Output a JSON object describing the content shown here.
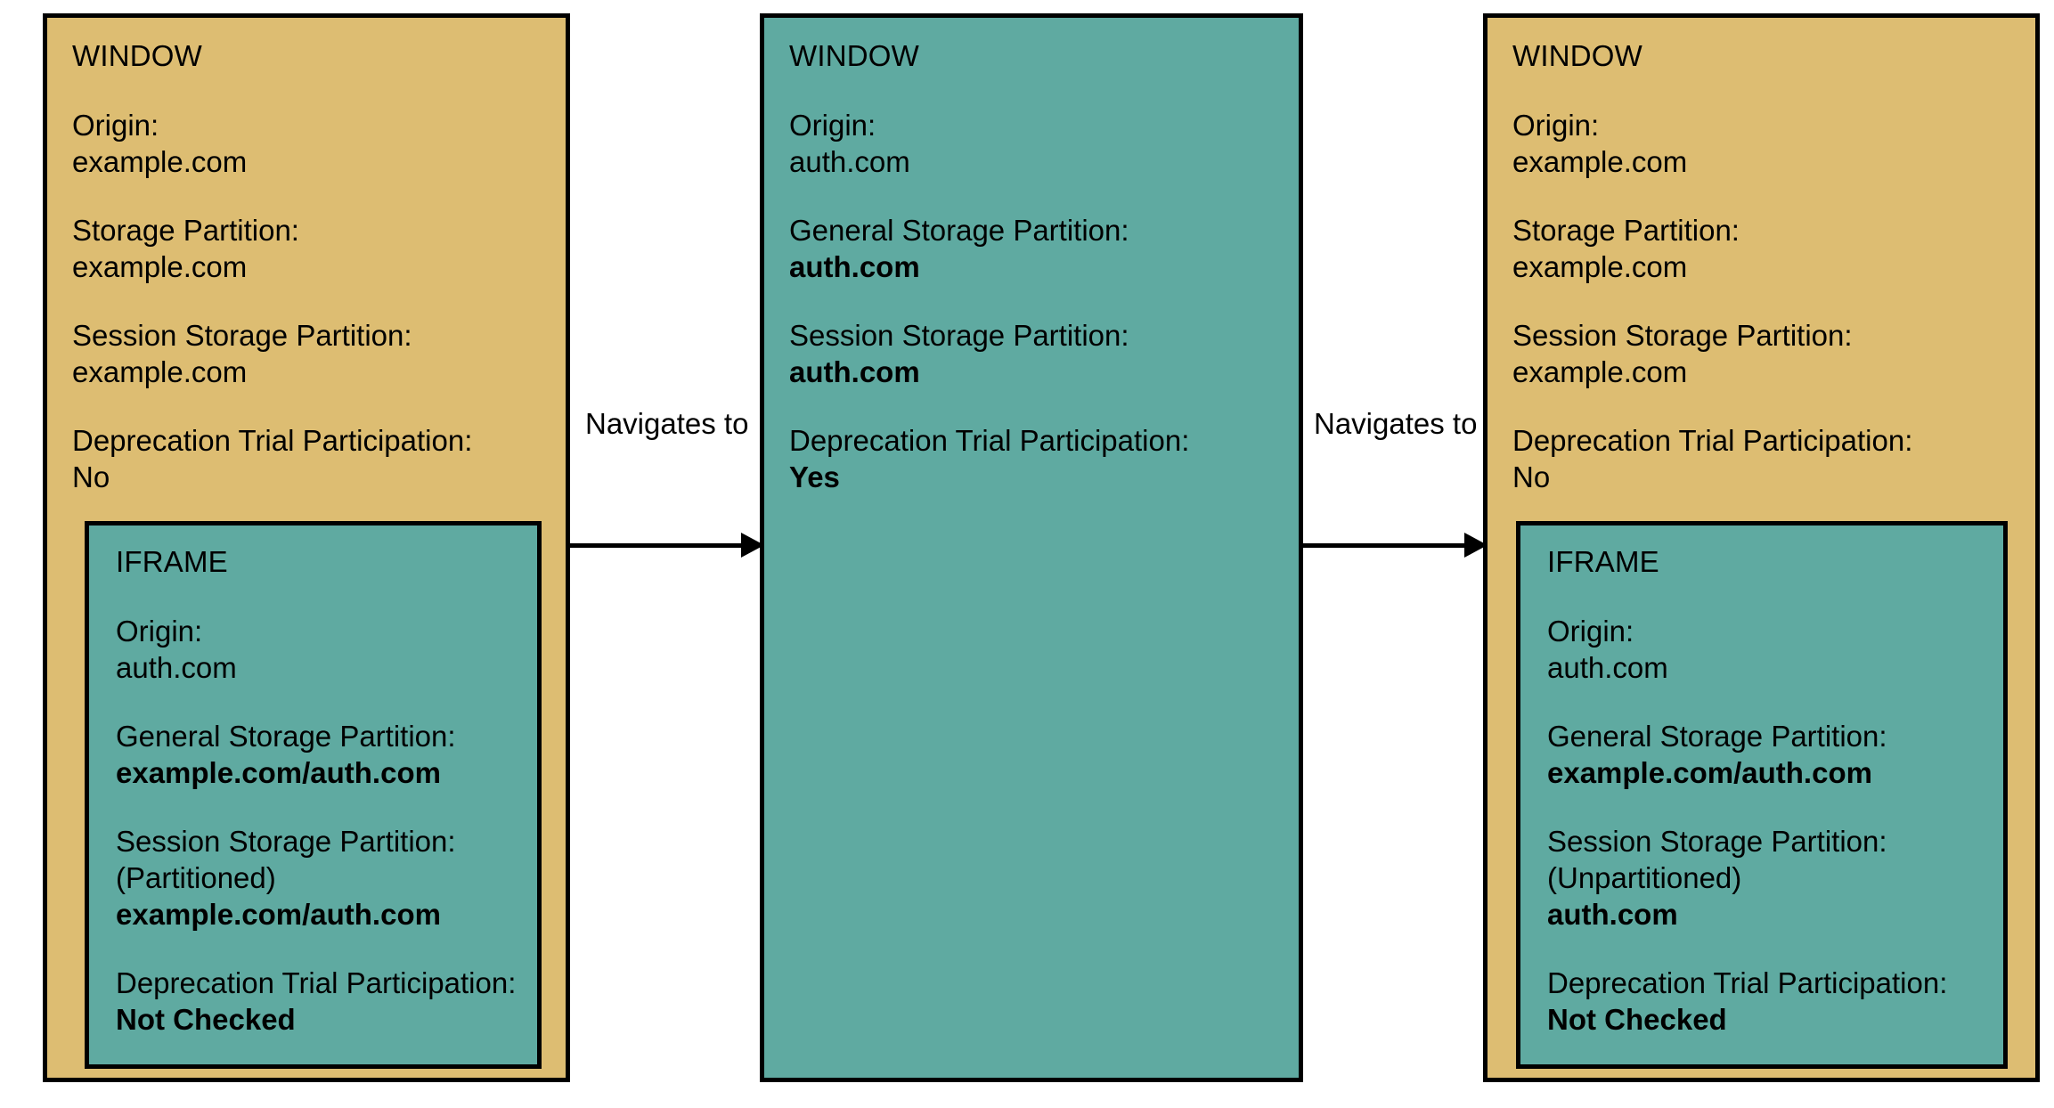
{
  "colors": {
    "window_tan": "#ddbd72",
    "window_teal": "#5faaa1",
    "iframe_teal": "#5faaa1",
    "border": "#000000",
    "text": "#000000",
    "background": "#ffffff"
  },
  "panels": [
    {
      "id": "panel-1",
      "fill": "tan",
      "heading": "WINDOW",
      "fields": [
        {
          "label": "Origin:",
          "value": "example.com",
          "bold": false
        },
        {
          "label": "Storage Partition:",
          "value": "example.com",
          "bold": false
        },
        {
          "label": "Session Storage Partition:",
          "value": "example.com",
          "bold": false
        },
        {
          "label": "Deprecation Trial Participation:",
          "value": "No",
          "bold": false
        }
      ],
      "iframe": {
        "heading": "IFRAME",
        "fields": [
          {
            "label": "Origin:",
            "value": "auth.com",
            "bold": false
          },
          {
            "label": "General Storage Partition:",
            "value": "example.com/auth.com",
            "bold": true
          },
          {
            "label": "Session Storage Partition:",
            "sub": "(Partitioned)",
            "value": "example.com/auth.com",
            "bold": true
          },
          {
            "label": "Deprecation Trial Participation:",
            "value": "Not Checked",
            "bold": true
          }
        ]
      }
    },
    {
      "id": "panel-2",
      "fill": "teal",
      "heading": "WINDOW",
      "fields": [
        {
          "label": "Origin:",
          "value": "auth.com",
          "bold": false
        },
        {
          "label": "General Storage Partition:",
          "value": "auth.com",
          "bold": true
        },
        {
          "label": "Session Storage Partition:",
          "value": "auth.com",
          "bold": true
        },
        {
          "label": "Deprecation Trial Participation:",
          "value": "Yes",
          "bold": true
        }
      ],
      "iframe": null
    },
    {
      "id": "panel-3",
      "fill": "tan",
      "heading": "WINDOW",
      "fields": [
        {
          "label": "Origin:",
          "value": "example.com",
          "bold": false
        },
        {
          "label": "Storage Partition:",
          "value": "example.com",
          "bold": false
        },
        {
          "label": "Session Storage Partition:",
          "value": "example.com",
          "bold": false
        },
        {
          "label": "Deprecation Trial Participation:",
          "value": "No",
          "bold": false
        }
      ],
      "iframe": {
        "heading": "IFRAME",
        "fields": [
          {
            "label": "Origin:",
            "value": "auth.com",
            "bold": false
          },
          {
            "label": "General Storage Partition:",
            "value": "example.com/auth.com",
            "bold": true
          },
          {
            "label": "Session Storage Partition:",
            "sub": "(Unpartitioned)",
            "value": "auth.com",
            "bold": true
          },
          {
            "label": "Deprecation Trial Participation:",
            "value": "Not Checked",
            "bold": true
          }
        ]
      }
    }
  ],
  "connectors": [
    {
      "id": "conn-1",
      "label": "Navigates to",
      "from": "panel-1",
      "to": "panel-2"
    },
    {
      "id": "conn-2",
      "label": "Navigates to",
      "from": "panel-2",
      "to": "panel-3"
    }
  ]
}
